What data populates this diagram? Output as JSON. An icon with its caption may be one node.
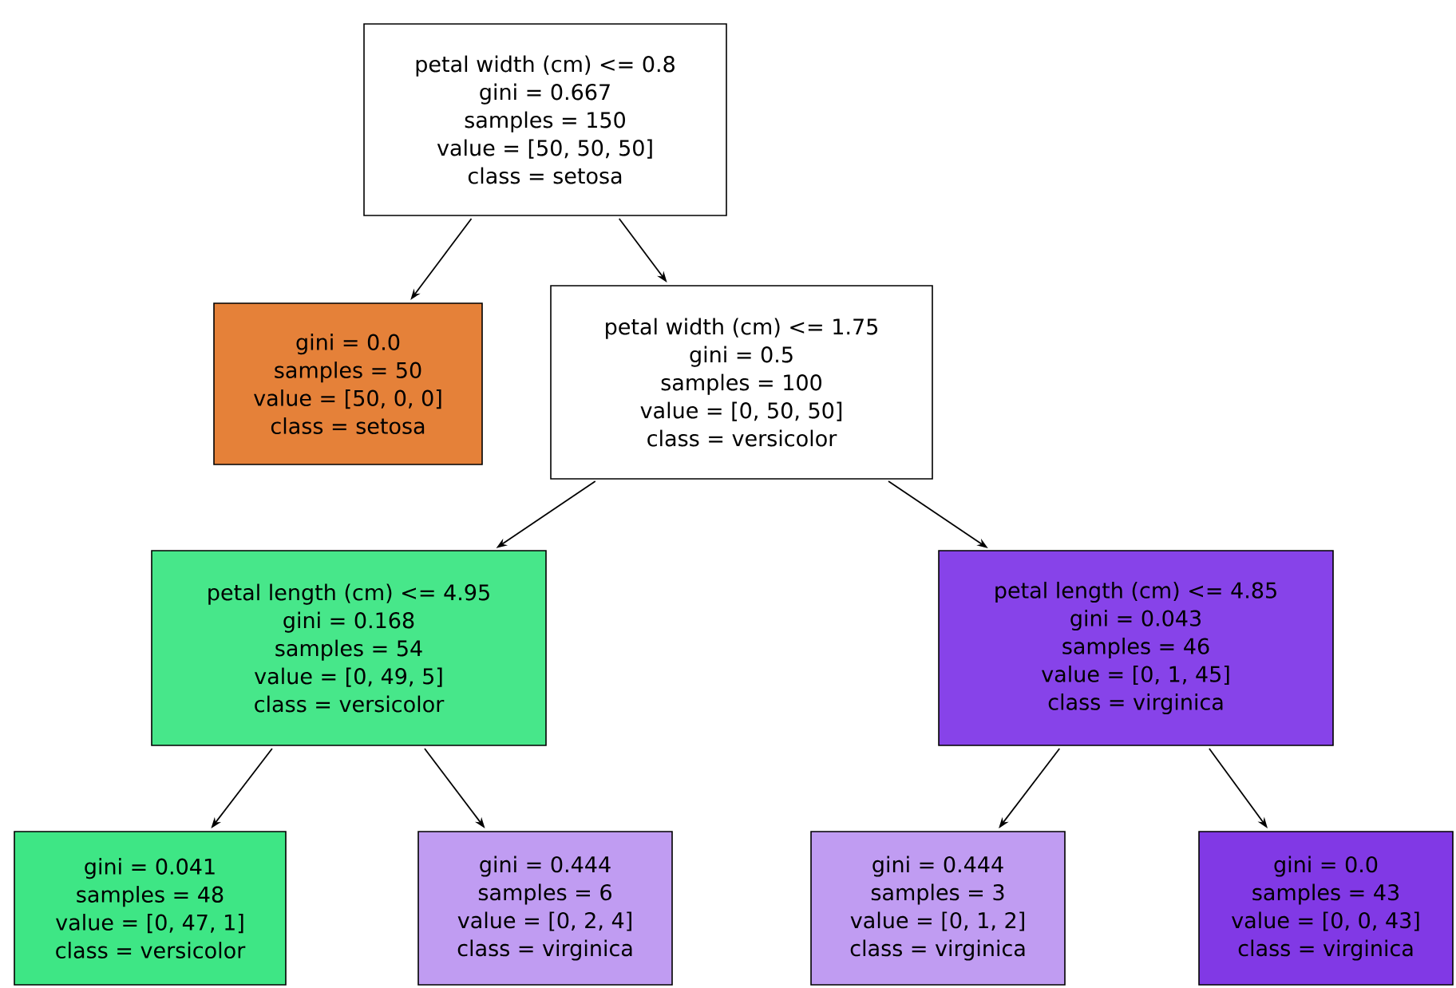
{
  "diagram": {
    "nodes": [
      {
        "text": [
          "petal width (cm) <= 0.8",
          "gini = 0.667",
          "samples = 150",
          "value = [50, 50, 50]",
          "class = setosa"
        ]
      },
      {
        "text": [
          "gini = 0.0",
          "samples = 50",
          "value = [50, 0, 0]",
          "class = setosa"
        ]
      },
      {
        "text": [
          "petal width (cm) <= 1.75",
          "gini = 0.5",
          "samples = 100",
          "value = [0, 50, 50]",
          "class = versicolor"
        ]
      },
      {
        "text": [
          "petal length (cm) <= 4.95",
          "gini = 0.168",
          "samples = 54",
          "value = [0, 49, 5]",
          "class = versicolor"
        ]
      },
      {
        "text": [
          "petal length (cm) <= 4.85",
          "gini = 0.043",
          "samples = 46",
          "value = [0, 1, 45]",
          "class = virginica"
        ]
      },
      {
        "text": [
          "gini = 0.041",
          "samples = 48",
          "value = [0, 47, 1]",
          "class = versicolor"
        ]
      },
      {
        "text": [
          "gini = 0.444",
          "samples = 6",
          "value = [0, 2, 4]",
          "class = virginica"
        ]
      },
      {
        "text": [
          "gini = 0.444",
          "samples = 3",
          "value = [0, 1, 2]",
          "class = virginica"
        ]
      },
      {
        "text": [
          "gini = 0.0",
          "samples = 43",
          "value = [0, 0, 43]",
          "class = virginica"
        ]
      }
    ],
    "edges": [
      {
        "from": 0,
        "to": 1,
        "arrow": "to"
      },
      {
        "from": 0,
        "to": 2,
        "arrow": "to"
      },
      {
        "from": 2,
        "to": 3,
        "arrow": "to"
      },
      {
        "from": 2,
        "to": 4,
        "arrow": "to"
      },
      {
        "from": 3,
        "to": 5,
        "arrow": "to"
      },
      {
        "from": 3,
        "to": 6,
        "arrow": "to"
      },
      {
        "from": 4,
        "to": 7,
        "arrow": "to"
      },
      {
        "from": 4,
        "to": 8,
        "arrow": "to"
      }
    ]
  }
}
